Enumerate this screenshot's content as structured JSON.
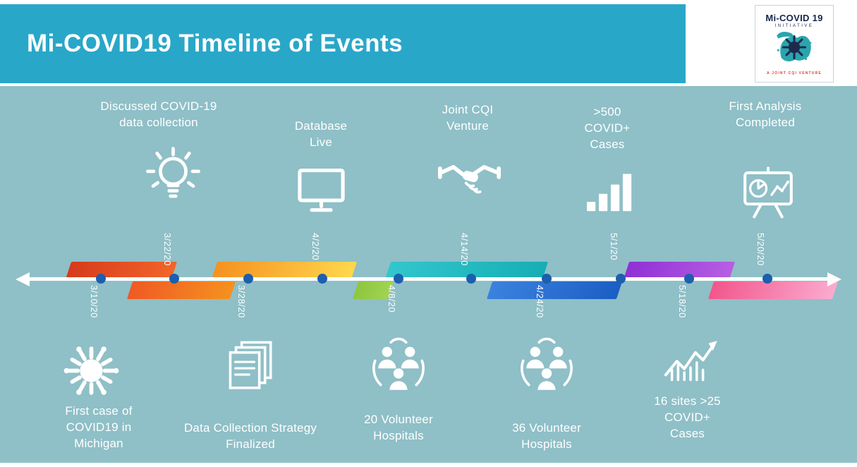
{
  "header": {
    "title": "Mi-COVID19 Timeline of Events"
  },
  "logo": {
    "name": "Mi-COVID 19",
    "subtitle": "INITIATIVE",
    "tagline": "A JOINT CQI VENTURE"
  },
  "colors": {
    "header_bar": "#29a7c8",
    "background": "#8fbfc7",
    "dot": "#1c5fae",
    "segments": [
      "#d63a1c",
      "#f2652a",
      "#f59120",
      "#ffd84d",
      "#8cc63e",
      "#16aeb4",
      "#1b5ec4",
      "#8f30d5",
      "#f2568c"
    ]
  },
  "chart_data": {
    "type": "table",
    "title": "Mi-COVID19 Timeline of Events",
    "events": [
      {
        "date": "3/10/20",
        "label": "First case of COVID19 in Michigan",
        "position": "below",
        "icon": "virus-icon"
      },
      {
        "date": "3/22/20",
        "label": "Discussed COVID-19 data collection",
        "position": "above",
        "icon": "lightbulb-icon"
      },
      {
        "date": "3/28/20",
        "label": "Data Collection Strategy Finalized",
        "position": "below",
        "icon": "documents-icon"
      },
      {
        "date": "4/2/20",
        "label": "Database Live",
        "position": "above",
        "icon": "monitor-icon"
      },
      {
        "date": "4/8/20",
        "label": "20 Volunteer Hospitals",
        "position": "below",
        "icon": "people-group-icon"
      },
      {
        "date": "4/14/20",
        "label": "Joint CQI Venture",
        "position": "above",
        "icon": "handshake-icon"
      },
      {
        "date": "4/24/20",
        "label": "36 Volunteer Hospitals",
        "position": "below",
        "icon": "people-group-icon"
      },
      {
        "date": "5/1/20",
        "label": ">500 COVID+ Cases",
        "position": "above",
        "icon": "bar-chart-icon"
      },
      {
        "date": "5/18/20",
        "label": "16 sites >25 COVID+ Cases",
        "position": "below",
        "icon": "trend-chart-icon"
      },
      {
        "date": "5/20/20",
        "label": "First Analysis Completed",
        "position": "above",
        "icon": "presentation-chart-icon"
      }
    ]
  },
  "timeline": {
    "top_events": [
      {
        "label": "Discussed COVID-19 data collection",
        "date": "3/22/20",
        "icon": "lightbulb-icon"
      },
      {
        "label": "Database Live",
        "date": "4/2/20",
        "icon": "monitor-icon"
      },
      {
        "label": "Joint CQI Venture",
        "date": "4/14/20",
        "icon": "handshake-icon"
      },
      {
        "label": ">500 COVID+ Cases",
        "date": "5/1/20",
        "icon": "bar-chart-icon"
      },
      {
        "label": "First Analysis Completed",
        "date": "5/20/20",
        "icon": "presentation-chart-icon"
      }
    ],
    "bottom_events": [
      {
        "label": "First case of COVID19 in Michigan",
        "date": "3/10/20",
        "icon": "virus-icon"
      },
      {
        "label": "Data Collection Strategy Finalized",
        "date": "3/28/20",
        "icon": "documents-icon"
      },
      {
        "label": "20 Volunteer Hospitals",
        "date": "4/8/20",
        "icon": "people-group-icon"
      },
      {
        "label": "36 Volunteer Hospitals",
        "date": "4/24/20",
        "icon": "people-group-icon"
      },
      {
        "label": "16 sites >25 COVID+ Cases",
        "date": "5/18/20",
        "icon": "trend-chart-icon"
      }
    ]
  }
}
